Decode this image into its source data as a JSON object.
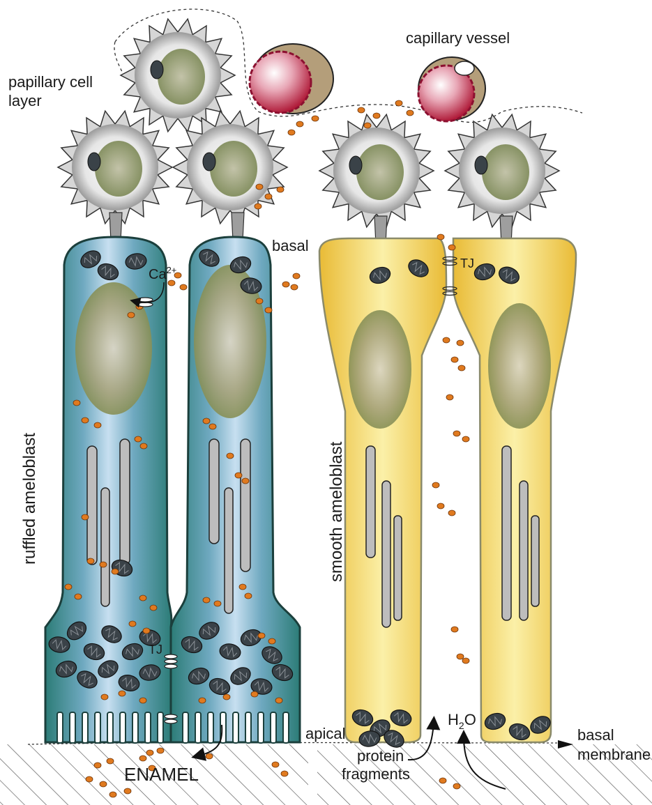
{
  "labels": {
    "papillary_1": "papillary cell",
    "papillary_2": "layer",
    "capillary": "capillary vessel",
    "basal": "basal",
    "calcium_base": "Ca",
    "calcium_sup": "2+",
    "tj_top": "TJ",
    "tj_bottom": "TJ",
    "ruffled": "ruffled ameloblast",
    "smooth": "smooth ameloblast",
    "apical": "apical",
    "water_h": "H",
    "water_sub": "2",
    "water_o": "O",
    "protein_1": "protein",
    "protein_2": "fragments",
    "basal_membrane_1": "basal",
    "basal_membrane_2": "membrane",
    "enamel": "ENAMEL"
  },
  "colors": {
    "ruffled_cell": "#2f7f7a",
    "ruffled_inner": "#bcd9ec",
    "smooth_cell": "#f0c94a",
    "smooth_inner": "#fbeea0",
    "nucleus": "#8c9a5a",
    "papillary_cell": "#d9d9d9",
    "blood_cell": "#b8213e",
    "vesicle": "#e07a1f",
    "mitochondria": "#3a4248"
  }
}
